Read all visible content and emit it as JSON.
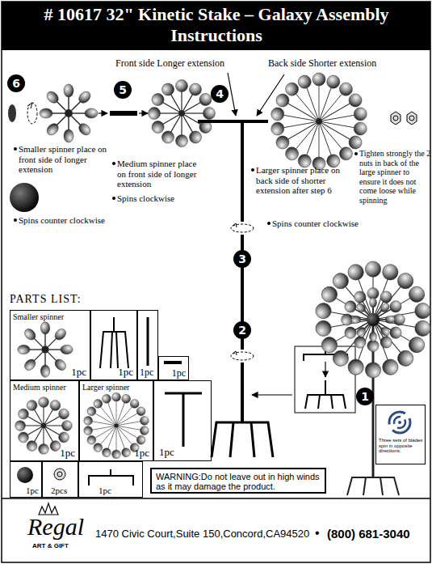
{
  "diagram": {
    "title": "# 10617 32\" Kinetic Stake – Galaxy Assembly Instructions",
    "nodes": [
      {
        "text": [
          "Smaller spinner",
          "1pc"
        ]
      },
      {
        "text": [
          "1pc"
        ]
      },
      {
        "text": [
          "1pc"
        ]
      },
      {
        "text": [
          "1pc"
        ]
      },
      {
        "text": [
          "Medium spinner",
          "1pc"
        ]
      },
      {
        "text": [
          "Larger spinner",
          "1pc"
        ]
      },
      {
        "text": [
          "1pc"
        ]
      },
      {
        "text": [
          "1pc"
        ]
      },
      {
        "text": [
          "2pcs"
        ]
      },
      {
        "text": [
          "1pc"
        ]
      },
      {
        "text": [
          "WARNING:Do not leave out in high winds as it may damage the product."
        ]
      },
      {
        "text": [
          "Three sets of blades spin in opposite directions."
        ]
      }
    ],
    "labels": [
      "Front side Longer extension",
      "Back side Shorter extension",
      "6",
      "5",
      "4",
      "Smaller spinner place on front side of longer extension",
      "Medium spinner place on front side of longer extension",
      "Spins clockwise",
      "Larger spinner place on back side of shorter extension after step 6",
      "Tighten strongly the 2 nuts in back of the large spinner to ensure it does not come loose while spinning",
      "Spins counter clockwise",
      "Spins counter clockwise",
      "3",
      "2",
      "PARTS LIST:",
      "1",
      "Regal",
      "ART & GIFT",
      "1470 Civic Court,Suite 150,Concord,CA94520",
      "•",
      "(800) 681-3040"
    ]
  }
}
